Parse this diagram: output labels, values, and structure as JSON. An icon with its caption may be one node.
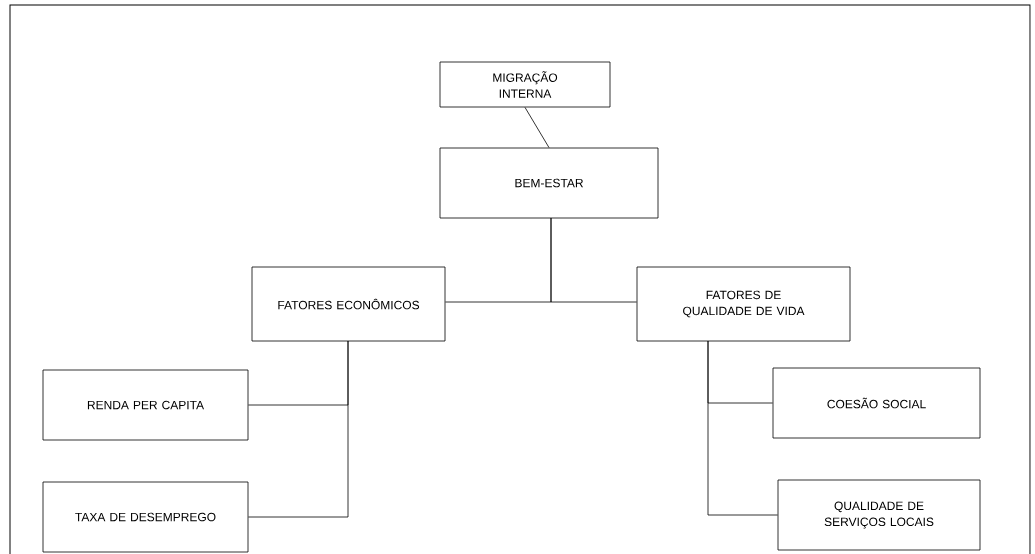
{
  "diagram": {
    "nodes": [
      {
        "text": [
          "MIGRAÇÃO INTERNA"
        ]
      },
      {
        "text": [
          "BEM-ESTAR"
        ]
      },
      {
        "text": [
          "FATORES ECONÔMICOS"
        ]
      },
      {
        "text": [
          "FATORES DE QUALIDADE DE VIDA"
        ]
      },
      {
        "text": [
          "RENDA PER CAPITA"
        ]
      },
      {
        "text": [
          "TAXA DE DESEMPREGO"
        ]
      },
      {
        "text": [
          "COESÃO SOCIAL"
        ]
      },
      {
        "text": [
          "QUALIDADE DE SERVIÇOS LOCAIS"
        ]
      }
    ],
    "edges": [
      {
        "from": 0,
        "to": 1,
        "arrow": "none"
      },
      {
        "from": 1,
        "to": 2,
        "arrow": "none"
      },
      {
        "from": 1,
        "to": 3,
        "arrow": "none"
      },
      {
        "from": 2,
        "to": 4,
        "arrow": "none"
      },
      {
        "from": 2,
        "to": 5,
        "arrow": "none"
      },
      {
        "from": 3,
        "to": 6,
        "arrow": "none"
      },
      {
        "from": 3,
        "to": 7,
        "arrow": "none"
      }
    ]
  }
}
